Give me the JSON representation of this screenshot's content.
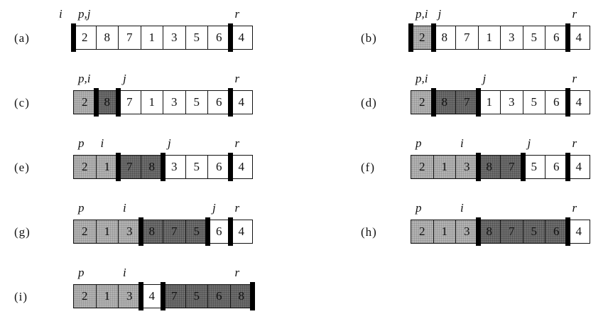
{
  "panels": [
    {
      "label": "(a)",
      "cells": [
        {
          "v": "2",
          "shade": "white"
        },
        {
          "v": "8",
          "shade": "white"
        },
        {
          "v": "7",
          "shade": "white"
        },
        {
          "v": "1",
          "shade": "white"
        },
        {
          "v": "3",
          "shade": "white"
        },
        {
          "v": "5",
          "shade": "white"
        },
        {
          "v": "6",
          "shade": "white"
        },
        {
          "v": "4",
          "shade": "white"
        }
      ],
      "bars": [
        0,
        7
      ],
      "pointers": [
        {
          "text": "i",
          "at": -1
        },
        {
          "text": "p,j",
          "at": 0
        },
        {
          "text": "r",
          "at": 7
        }
      ]
    },
    {
      "label": "(b)",
      "cells": [
        {
          "v": "2",
          "shade": "light"
        },
        {
          "v": "8",
          "shade": "white"
        },
        {
          "v": "7",
          "shade": "white"
        },
        {
          "v": "1",
          "shade": "white"
        },
        {
          "v": "3",
          "shade": "white"
        },
        {
          "v": "5",
          "shade": "white"
        },
        {
          "v": "6",
          "shade": "white"
        },
        {
          "v": "4",
          "shade": "white"
        }
      ],
      "bars": [
        0,
        1,
        7
      ],
      "pointers": [
        {
          "text": "p,i",
          "at": 0
        },
        {
          "text": "j",
          "at": 1
        },
        {
          "text": "r",
          "at": 7
        }
      ]
    },
    {
      "label": "(c)",
      "cells": [
        {
          "v": "2",
          "shade": "light"
        },
        {
          "v": "8",
          "shade": "dark"
        },
        {
          "v": "7",
          "shade": "white"
        },
        {
          "v": "1",
          "shade": "white"
        },
        {
          "v": "3",
          "shade": "white"
        },
        {
          "v": "5",
          "shade": "white"
        },
        {
          "v": "6",
          "shade": "white"
        },
        {
          "v": "4",
          "shade": "white"
        }
      ],
      "bars": [
        1,
        2,
        7
      ],
      "pointers": [
        {
          "text": "p,i",
          "at": 0
        },
        {
          "text": "j",
          "at": 2
        },
        {
          "text": "r",
          "at": 7
        }
      ]
    },
    {
      "label": "(d)",
      "cells": [
        {
          "v": "2",
          "shade": "light"
        },
        {
          "v": "8",
          "shade": "dark"
        },
        {
          "v": "7",
          "shade": "dark"
        },
        {
          "v": "1",
          "shade": "white"
        },
        {
          "v": "3",
          "shade": "white"
        },
        {
          "v": "5",
          "shade": "white"
        },
        {
          "v": "6",
          "shade": "white"
        },
        {
          "v": "4",
          "shade": "white"
        }
      ],
      "bars": [
        1,
        3,
        7
      ],
      "pointers": [
        {
          "text": "p,i",
          "at": 0
        },
        {
          "text": "j",
          "at": 3
        },
        {
          "text": "r",
          "at": 7
        }
      ]
    },
    {
      "label": "(e)",
      "cells": [
        {
          "v": "2",
          "shade": "light"
        },
        {
          "v": "1",
          "shade": "light"
        },
        {
          "v": "7",
          "shade": "dark"
        },
        {
          "v": "8",
          "shade": "dark"
        },
        {
          "v": "3",
          "shade": "white"
        },
        {
          "v": "5",
          "shade": "white"
        },
        {
          "v": "6",
          "shade": "white"
        },
        {
          "v": "4",
          "shade": "white"
        }
      ],
      "bars": [
        2,
        4,
        7
      ],
      "pointers": [
        {
          "text": "p",
          "at": 0
        },
        {
          "text": "i",
          "at": 1
        },
        {
          "text": "j",
          "at": 4
        },
        {
          "text": "r",
          "at": 7
        }
      ]
    },
    {
      "label": "(f)",
      "cells": [
        {
          "v": "2",
          "shade": "light"
        },
        {
          "v": "1",
          "shade": "light"
        },
        {
          "v": "3",
          "shade": "light"
        },
        {
          "v": "8",
          "shade": "dark"
        },
        {
          "v": "7",
          "shade": "dark"
        },
        {
          "v": "5",
          "shade": "white"
        },
        {
          "v": "6",
          "shade": "white"
        },
        {
          "v": "4",
          "shade": "white"
        }
      ],
      "bars": [
        3,
        5,
        7
      ],
      "pointers": [
        {
          "text": "p",
          "at": 0
        },
        {
          "text": "i",
          "at": 2
        },
        {
          "text": "j",
          "at": 5
        },
        {
          "text": "r",
          "at": 7
        }
      ]
    },
    {
      "label": "(g)",
      "cells": [
        {
          "v": "2",
          "shade": "light"
        },
        {
          "v": "1",
          "shade": "light"
        },
        {
          "v": "3",
          "shade": "light"
        },
        {
          "v": "8",
          "shade": "dark"
        },
        {
          "v": "7",
          "shade": "dark"
        },
        {
          "v": "5",
          "shade": "dark"
        },
        {
          "v": "6",
          "shade": "white"
        },
        {
          "v": "4",
          "shade": "white"
        }
      ],
      "bars": [
        3,
        6,
        7
      ],
      "pointers": [
        {
          "text": "p",
          "at": 0
        },
        {
          "text": "i",
          "at": 2
        },
        {
          "text": "j",
          "at": 6
        },
        {
          "text": "r",
          "at": 7
        }
      ]
    },
    {
      "label": "(h)",
      "cells": [
        {
          "v": "2",
          "shade": "light"
        },
        {
          "v": "1",
          "shade": "light"
        },
        {
          "v": "3",
          "shade": "light"
        },
        {
          "v": "8",
          "shade": "dark"
        },
        {
          "v": "7",
          "shade": "dark"
        },
        {
          "v": "5",
          "shade": "dark"
        },
        {
          "v": "6",
          "shade": "dark"
        },
        {
          "v": "4",
          "shade": "white"
        }
      ],
      "bars": [
        3,
        7
      ],
      "pointers": [
        {
          "text": "p",
          "at": 0
        },
        {
          "text": "i",
          "at": 2
        },
        {
          "text": "r",
          "at": 7
        }
      ]
    },
    {
      "label": "(i)",
      "cells": [
        {
          "v": "2",
          "shade": "light"
        },
        {
          "v": "1",
          "shade": "light"
        },
        {
          "v": "3",
          "shade": "light"
        },
        {
          "v": "4",
          "shade": "white"
        },
        {
          "v": "7",
          "shade": "dark"
        },
        {
          "v": "5",
          "shade": "dark"
        },
        {
          "v": "6",
          "shade": "dark"
        },
        {
          "v": "8",
          "shade": "dark"
        }
      ],
      "bars": [
        3,
        4,
        8
      ],
      "pointers": [
        {
          "text": "p",
          "at": 0
        },
        {
          "text": "i",
          "at": 2
        },
        {
          "text": "r",
          "at": 7
        }
      ]
    }
  ]
}
